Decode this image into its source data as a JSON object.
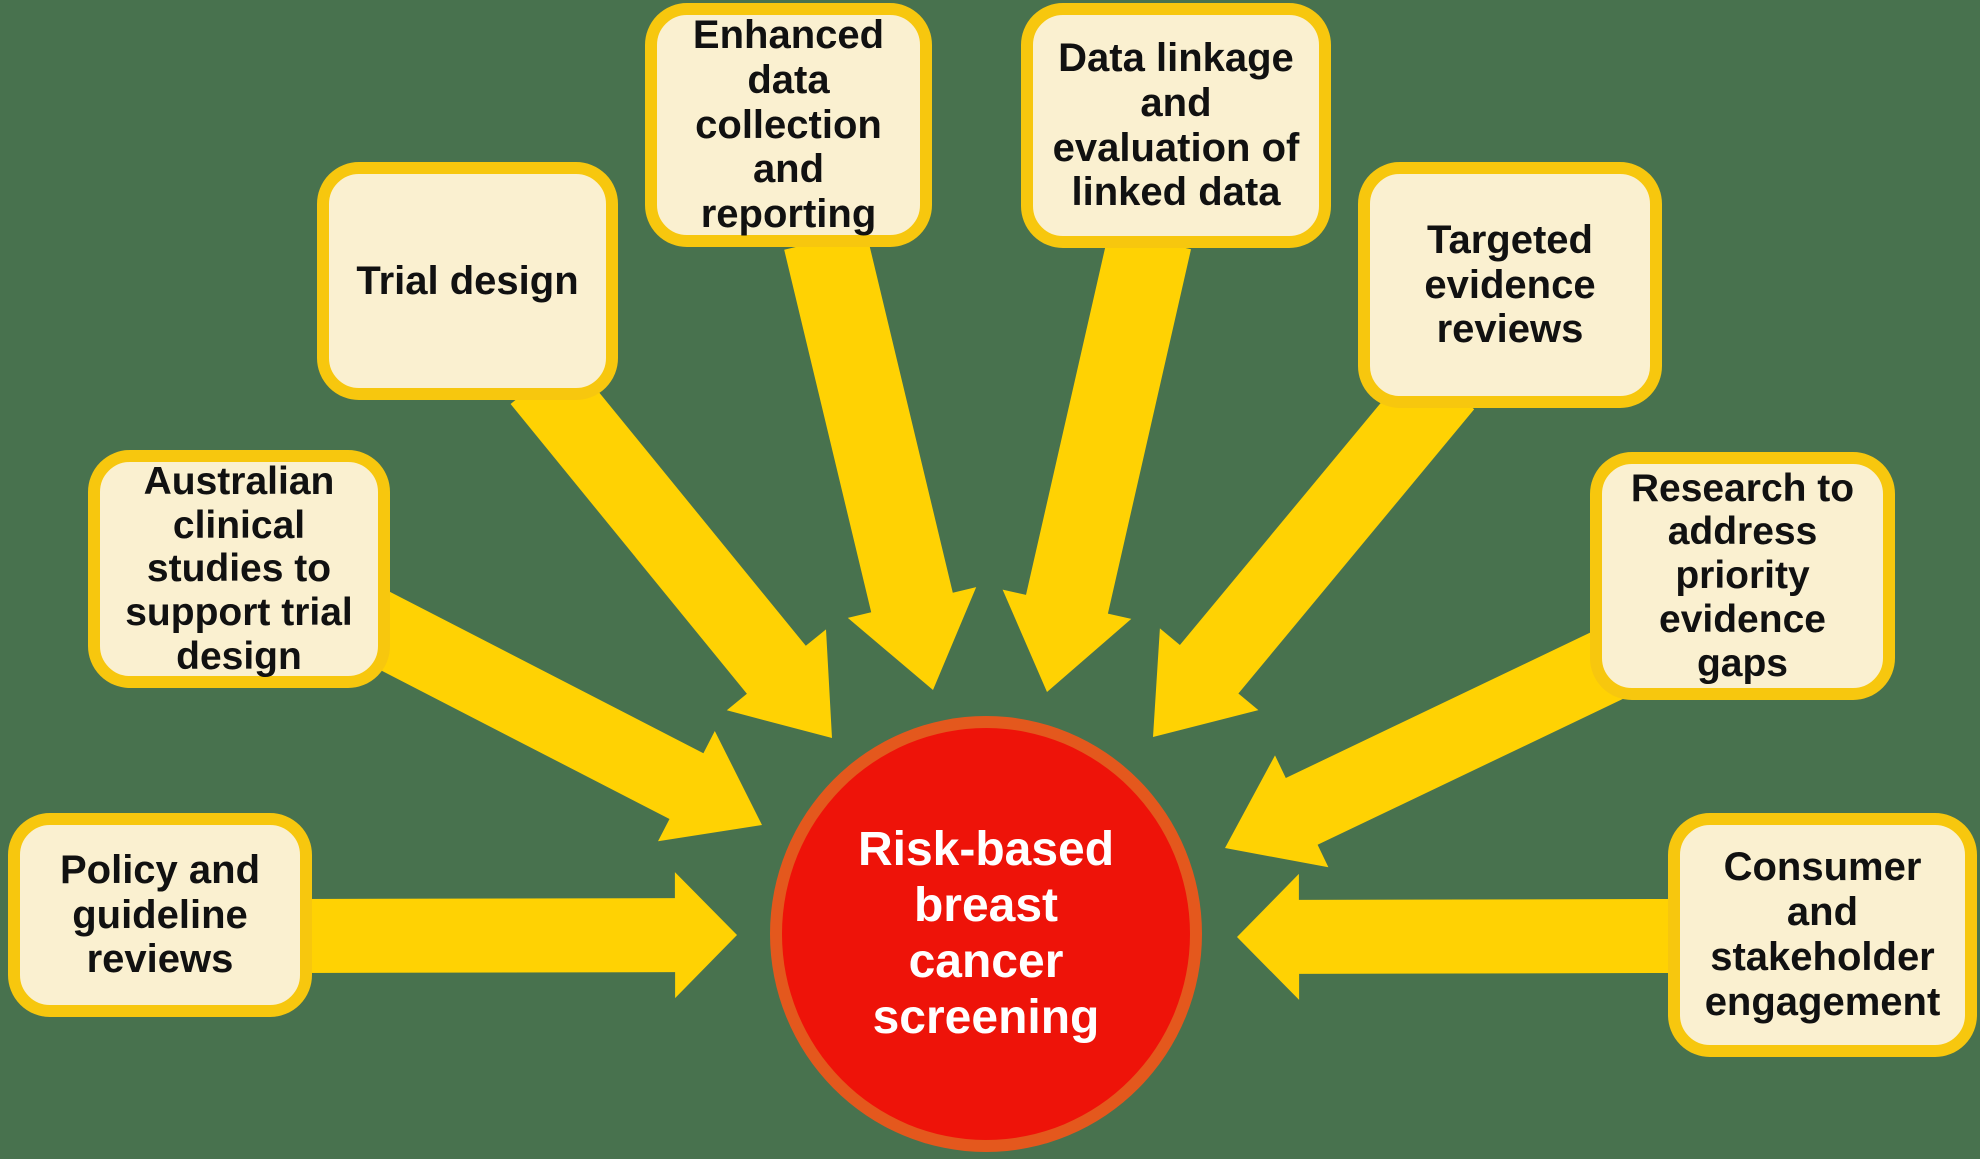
{
  "background_color": "#48724e",
  "arrow_color": "#ffd203",
  "box_style": {
    "fill": "#faf0d0",
    "border": "#f7c70e",
    "text_color": "#111111"
  },
  "center": {
    "label": "Risk-based\nbreast\ncancer\nscreening",
    "fill": "#ee1309",
    "border_color": "#e4581d",
    "text_color": "#ffffff"
  },
  "nodes": {
    "trial": {
      "label": "Trial design"
    },
    "enhanced": {
      "label": "Enhanced\ndata\ncollection and\nreporting"
    },
    "data_linkage": {
      "label": "Data linkage\nand\nevaluation of\nlinked data"
    },
    "targeted": {
      "label": "Targeted\nevidence\nreviews"
    },
    "research": {
      "label": "Research to\naddress\npriority\nevidence\ngaps"
    },
    "consumer": {
      "label": "Consumer\nand\nstakeholder\nengagement"
    },
    "australian": {
      "label": "Australian\nclinical\nstudies to\nsupport trial\ndesign"
    },
    "policy": {
      "label": "Policy and\nguideline\nreviews"
    }
  },
  "arrows": [
    {
      "name": "arrow-policy",
      "s": [
        300,
        936
      ],
      "t": [
        737,
        935
      ],
      "shaft": 37,
      "head_w": 63,
      "head_l": 62
    },
    {
      "name": "arrow-australian",
      "s": [
        360,
        618
      ],
      "t": [
        762,
        825
      ],
      "shaft": 37,
      "head_w": 62,
      "head_l": 85
    },
    {
      "name": "arrow-trial",
      "s": [
        540,
        380
      ],
      "t": [
        832,
        738
      ],
      "shaft": 38,
      "head_w": 64,
      "head_l": 88
    },
    {
      "name": "arrow-enhanced",
      "s": [
        825,
        240
      ],
      "t": [
        933,
        690
      ],
      "shaft": 42,
      "head_w": 66,
      "head_l": 90
    },
    {
      "name": "arrow-data-linkage",
      "s": [
        1150,
        240
      ],
      "t": [
        1047,
        692
      ],
      "shaft": 42,
      "head_w": 66,
      "head_l": 90
    },
    {
      "name": "arrow-targeted",
      "s": [
        1445,
        385
      ],
      "t": [
        1153,
        737
      ],
      "shaft": 38,
      "head_w": 64,
      "head_l": 88
    },
    {
      "name": "arrow-research",
      "s": [
        1650,
        645
      ],
      "t": [
        1225,
        848
      ],
      "shaft": 37,
      "head_w": 62,
      "head_l": 85
    },
    {
      "name": "arrow-consumer",
      "s": [
        1672,
        936
      ],
      "t": [
        1237,
        937
      ],
      "shaft": 37,
      "head_w": 63,
      "head_l": 62
    }
  ]
}
